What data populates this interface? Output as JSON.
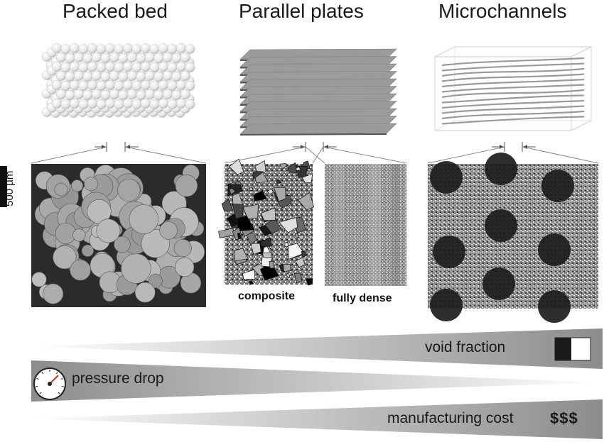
{
  "columns": [
    {
      "title": "Packed bed",
      "icon": "packed-bed-spheres"
    },
    {
      "title": "Parallel plates",
      "icon": "stacked-plates"
    },
    {
      "title": "Microchannels",
      "icon": "microchannel-block"
    }
  ],
  "scale_bar": {
    "label": "500 µm"
  },
  "micrographs": {
    "composite_label": "composite",
    "fully_dense_label": "fully dense"
  },
  "trends": {
    "void_fraction": {
      "label": "void  fraction",
      "icon": "half-filled-square-icon"
    },
    "pressure_drop": {
      "label": "pressure drop",
      "icon": "pressure-gauge-icon"
    },
    "manufacturing_cost": {
      "label": "manufacturing cost",
      "symbol": "$$$"
    }
  }
}
